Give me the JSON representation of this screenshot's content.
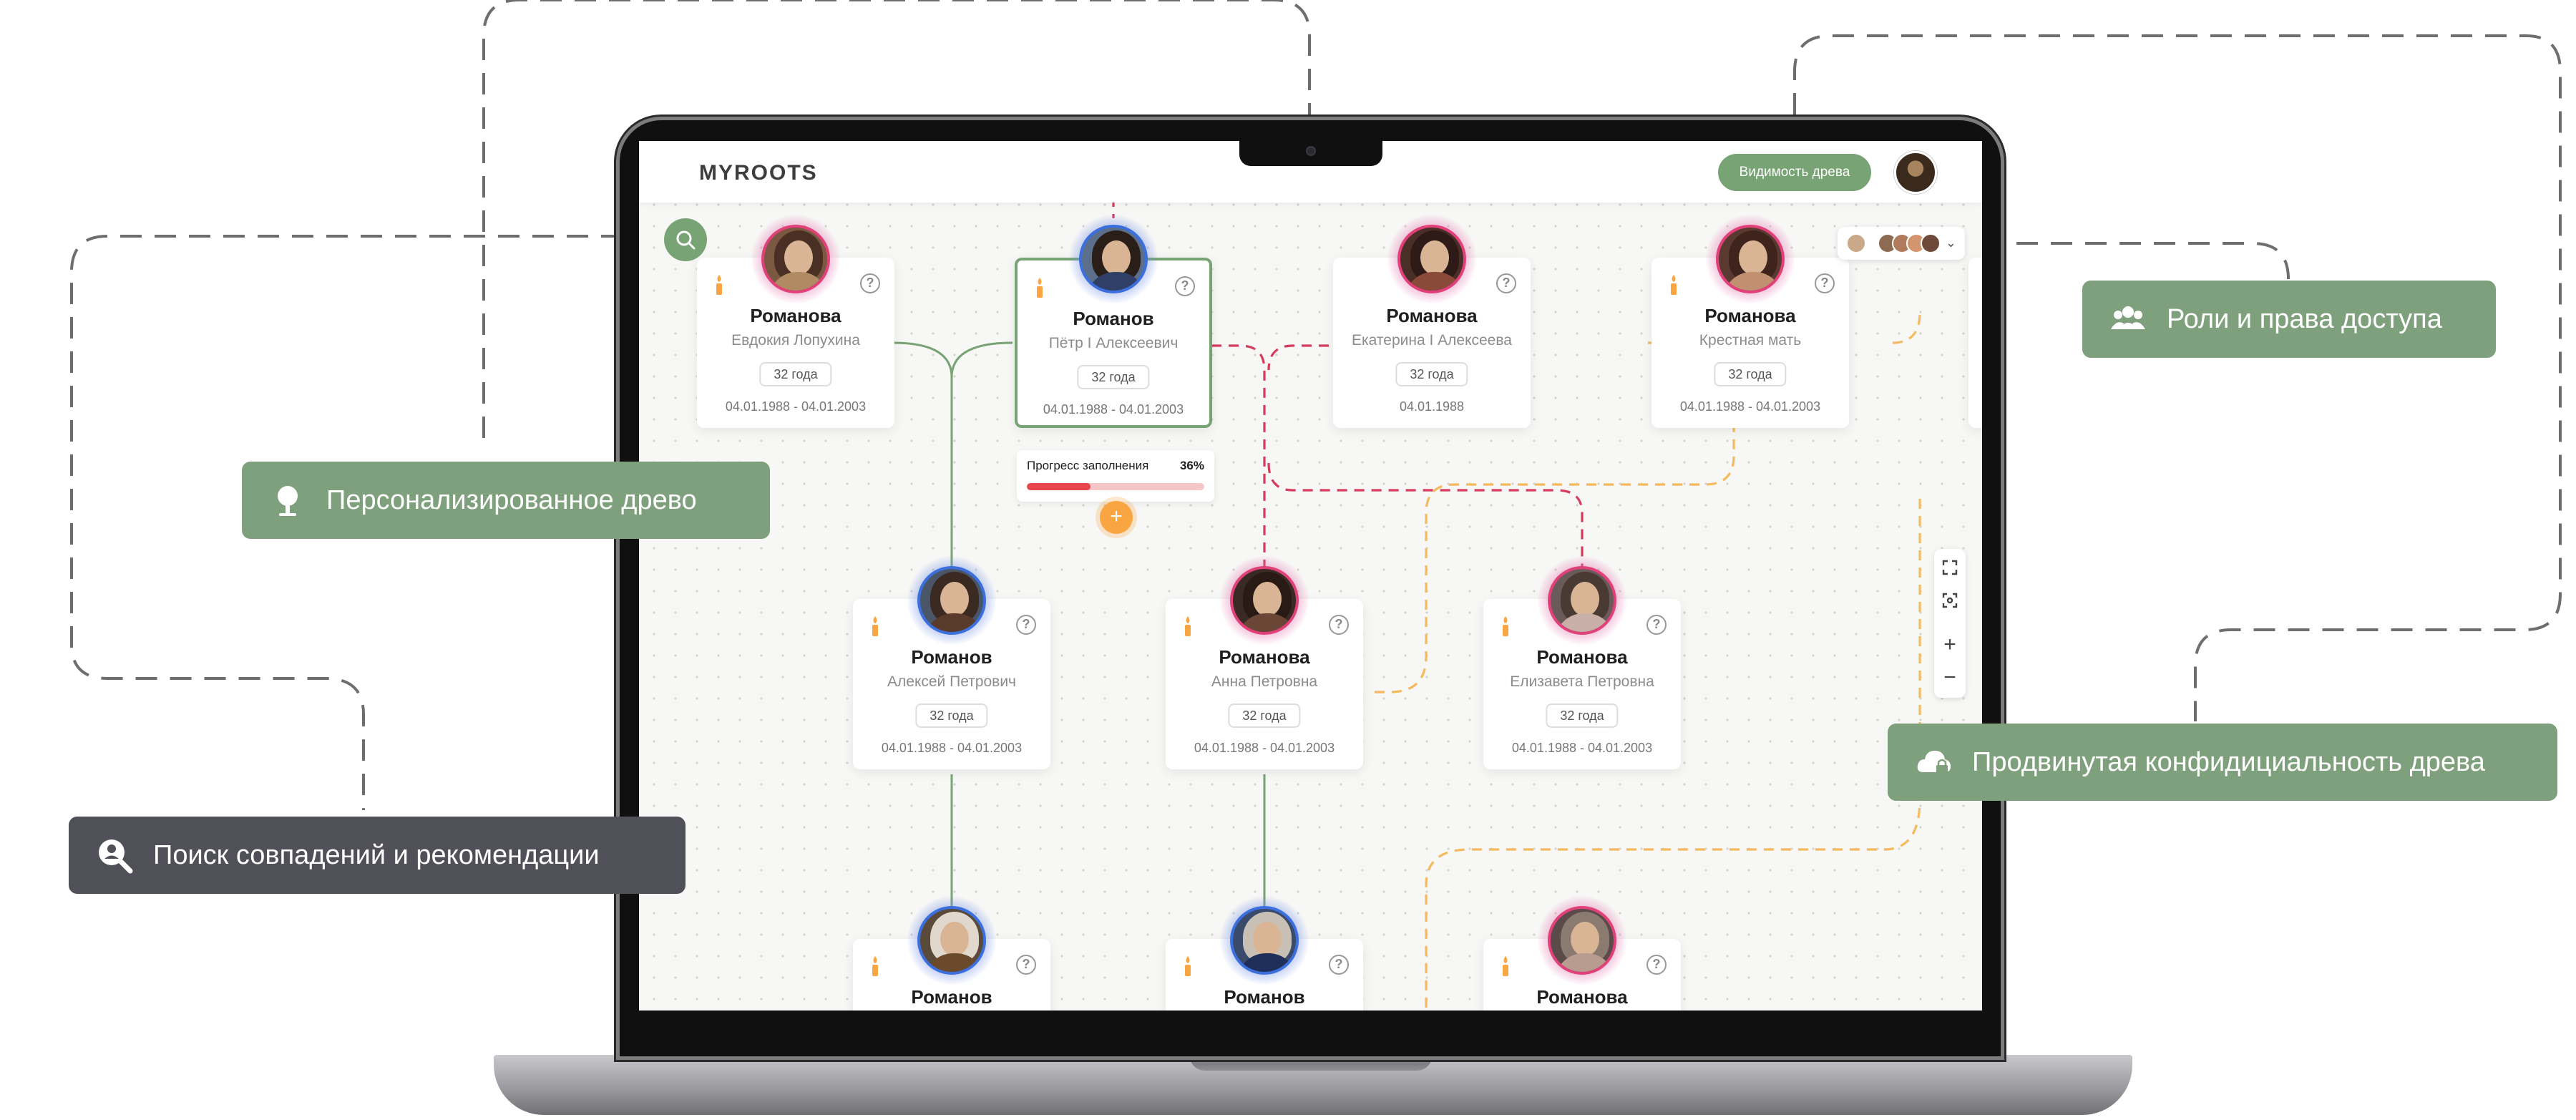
{
  "app": {
    "logo": "MYROOTS",
    "visibility_button": "Видимость древа"
  },
  "features": {
    "personalized_tree": "Персонализированное древо",
    "match_search": "Поиск совпадений и рекомендации",
    "roles_access": "Роли и права доступа",
    "advanced_privacy": "Продвинутая конфидициальность древа"
  },
  "people": [
    {
      "surname": "Романова",
      "given": "Евдокия Лопухина",
      "age": "32 года",
      "dates": "04.01.1988 - 04.01.2003",
      "gender": "female"
    },
    {
      "surname": "Романов",
      "given": "Пётр I Алексеевич",
      "age": "32 года",
      "dates": "04.01.1988 - 04.01.2003",
      "gender": "male",
      "selected": true
    },
    {
      "surname": "Романова",
      "given": "Екатерина I Алексеева",
      "age": "32 года",
      "dates": "04.01.1988",
      "gender": "female"
    },
    {
      "surname": "Романова",
      "given": "Крестная мать",
      "age": "32 года",
      "dates": "04.01.1988 - 04.01.2003",
      "gender": "female"
    },
    {
      "surname": "Романов",
      "given": "Алексей Петрович",
      "age": "32 года",
      "dates": "04.01.1988 - 04.01.2003",
      "gender": "male"
    },
    {
      "surname": "Романова",
      "given": "Анна Петровна",
      "age": "32 года",
      "dates": "04.01.1988 - 04.01.2003",
      "gender": "female"
    },
    {
      "surname": "Романова",
      "given": "Елизавета Петровна",
      "age": "32 года",
      "dates": "04.01.1988 - 04.01.2003",
      "gender": "female"
    },
    {
      "surname": "Романов",
      "gender": "male"
    },
    {
      "surname": "Романов",
      "gender": "male"
    },
    {
      "surname": "Романова",
      "gender": "female"
    }
  ],
  "progress": {
    "label": "Прогресс заполнения",
    "value_text": "36%",
    "value": 36
  },
  "colors": {
    "accent_green": "#78a374",
    "callout_green": "#7fa07c",
    "callout_dark": "#505058",
    "female_ring": "#e04179",
    "male_ring": "#3c6fde",
    "add_orange": "#f9a541"
  },
  "icons": {
    "search": "search-icon",
    "fullscreen": "fullscreen-icon",
    "fit_view": "fit-view-icon",
    "zoom_in": "zoom-in-icon",
    "zoom_out": "zoom-out-icon",
    "candle": "candle-icon",
    "help": "help-icon",
    "add": "plus-icon",
    "tree": "tree-icon",
    "users": "users-icon",
    "cloud_lock": "cloud-lock-icon",
    "search_person": "search-person-icon"
  },
  "zoom": {
    "in_label": "+",
    "out_label": "−"
  },
  "help_glyph": "?",
  "add_glyph": "+"
}
